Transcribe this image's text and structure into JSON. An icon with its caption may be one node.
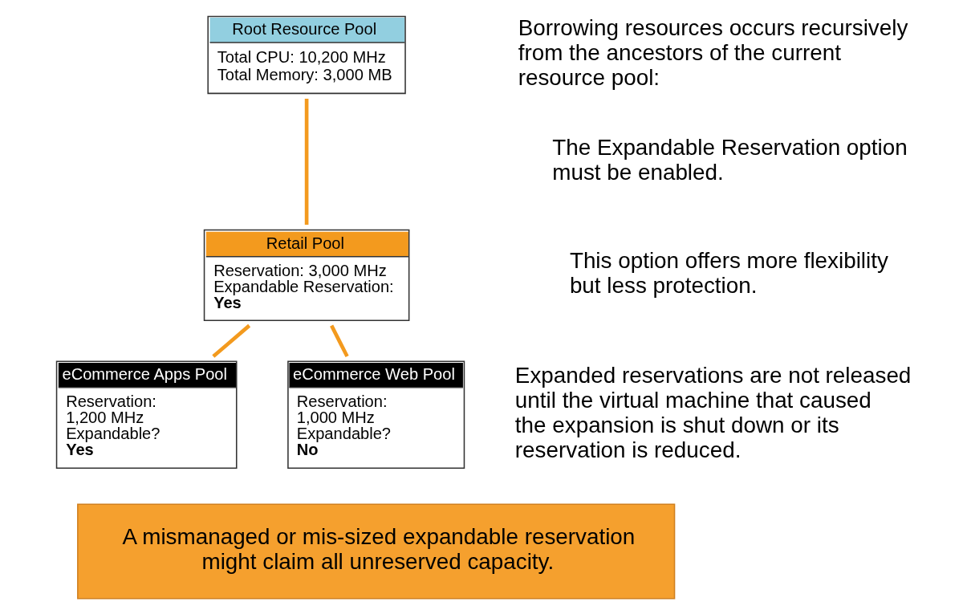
{
  "diagram": {
    "nodes": [
      {
        "text": [
          "Root Resource Pool",
          "Total CPU: 10,200 MHz Total Memory: 3,000 MB"
        ]
      },
      {
        "text": [
          "Retail Pool",
          "Reservation: 3,000 MHz Expandable Reservation: **Yes**"
        ]
      },
      {
        "text": [
          "eCommerce Apps Pool",
          "Reservation: 1,200 MHz Expandable? **Yes**"
        ]
      },
      {
        "text": [
          "eCommerce Web Pool",
          "Reservation: 1,000 MHz Expandable? **No**"
        ]
      },
      {
        "text": [
          "A mismanaged or mis-sized expandable reservation might claim all unreserved capacity."
        ]
      }
    ],
    "edges": [
      {
        "from": 0,
        "to": 1,
        "arrow": "none"
      },
      {
        "from": 1,
        "to": 2,
        "arrow": "none"
      },
      {
        "from": 1,
        "to": 3,
        "arrow": "none"
      }
    ],
    "labels": [
      "Borrowing resources occurs recursively from the ancestors of the current resource pool:",
      "The Expandable Reservation option must be enabled.",
      "This option offers more flexibility but less protection.",
      "Expanded reservations are not released until the virtual machine that caused the expansion is shut down or its reservation is reduced."
    ]
  }
}
